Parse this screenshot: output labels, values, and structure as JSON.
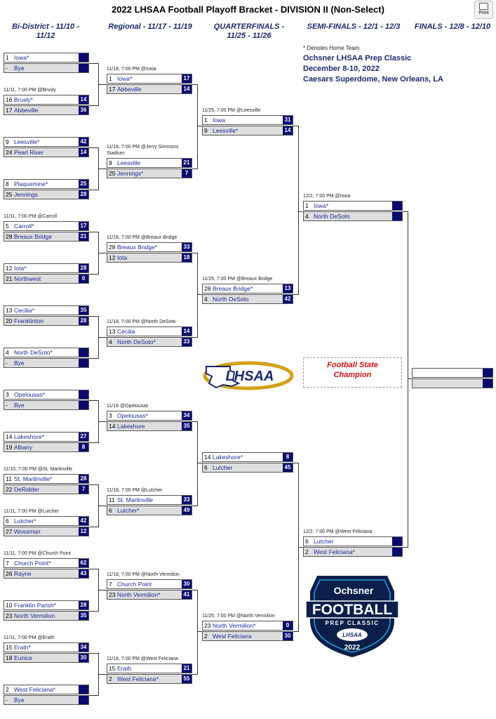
{
  "title": "2022 LHSAA Football Playoff Bracket - DIVISION II (Non-Select)",
  "print_label": "Print",
  "headers": {
    "r1": "Bi-District - 11/10 -\n11/12",
    "r2": "Regional - 11/17 - 11/19",
    "r3": "QUARTERFINALS -\n11/25 - 11/26",
    "r4": "SEMI-FINALS - 12/1 - 12/3",
    "r5": "FINALS - 12/8 - 12/10"
  },
  "note": "* Denotes Home Team",
  "event": {
    "line1": "Ochsner LHSAA Prep Classic",
    "line2": "December 8-10, 2022",
    "line3": "Caesars Superdome, New Orleans, LA"
  },
  "champion_label": "Football State\nChampion",
  "logos": {
    "lhsaa": "LHSAA",
    "ochsner_brand": "Ochsner",
    "ochsner_main": "FOOTBALL",
    "ochsner_sub": "PREP CLASSIC",
    "ochsner_inner": "LHSAA",
    "ochsner_year": "2022"
  },
  "colors": {
    "score_bg": "#0b0b6e",
    "header": "#1b2a6b",
    "team": "#1a2a9a",
    "champion": "#cc1010"
  },
  "round1": [
    {
      "caption": "",
      "a": {
        "seed": "1",
        "team": "Iowa*",
        "score": ""
      },
      "b": {
        "seed": "-",
        "team": "Bye",
        "score": ""
      }
    },
    {
      "caption": "11/11, 7:00 PM @Brusly",
      "a": {
        "seed": "16",
        "team": "Brusly*",
        "score": "14"
      },
      "b": {
        "seed": "17",
        "team": "Abbeville",
        "score": "36"
      }
    },
    {
      "caption": "",
      "a": {
        "seed": "9",
        "team": "Leesville*",
        "score": "42"
      },
      "b": {
        "seed": "24",
        "team": "Pearl River",
        "score": "14"
      }
    },
    {
      "caption": "",
      "a": {
        "seed": "8",
        "team": "Plaquemine*",
        "score": "25"
      },
      "b": {
        "seed": "25",
        "team": "Jennings",
        "score": "28"
      }
    },
    {
      "caption": "11/11, 7:00 PM @Carroll",
      "a": {
        "seed": "5",
        "team": "Carroll*",
        "score": "17"
      },
      "b": {
        "seed": "28",
        "team": "Breaux Bridge",
        "score": "21"
      }
    },
    {
      "caption": "",
      "a": {
        "seed": "12",
        "team": "Iota*",
        "score": "28"
      },
      "b": {
        "seed": "21",
        "team": "Northwest",
        "score": "0"
      }
    },
    {
      "caption": "",
      "a": {
        "seed": "13",
        "team": "Cecilia*",
        "score": "35"
      },
      "b": {
        "seed": "20",
        "team": "Franklinton",
        "score": "28"
      }
    },
    {
      "caption": "",
      "a": {
        "seed": "4",
        "team": "North DeSoto*",
        "score": ""
      },
      "b": {
        "seed": "-",
        "team": "Bye",
        "score": ""
      }
    },
    {
      "caption": "",
      "a": {
        "seed": "3",
        "team": "Opelousas*",
        "score": ""
      },
      "b": {
        "seed": "-",
        "team": "Bye",
        "score": ""
      }
    },
    {
      "caption": "",
      "a": {
        "seed": "14",
        "team": "Lakeshore*",
        "score": "27"
      },
      "b": {
        "seed": "19",
        "team": "Albany",
        "score": "8"
      }
    },
    {
      "caption": "11/10, 7:00 PM @St. Martinville",
      "a": {
        "seed": "11",
        "team": "St. Martinville*",
        "score": "28"
      },
      "b": {
        "seed": "22",
        "team": "DeRidder",
        "score": "7"
      }
    },
    {
      "caption": "11/11, 7:00 PM @Lutcher",
      "a": {
        "seed": "6",
        "team": "Lutcher*",
        "score": "42"
      },
      "b": {
        "seed": "27",
        "team": "Wossman",
        "score": "12"
      }
    },
    {
      "caption": "11/11, 7:00 PM @Church Point",
      "a": {
        "seed": "7",
        "team": "Church Point*",
        "score": "62"
      },
      "b": {
        "seed": "26",
        "team": "Rayne",
        "score": "43"
      }
    },
    {
      "caption": "",
      "a": {
        "seed": "10",
        "team": "Franklin Parish*",
        "score": "28"
      },
      "b": {
        "seed": "23",
        "team": "North Vermilion",
        "score": "35"
      }
    },
    {
      "caption": "11/11, 7:00 PM @Erath",
      "a": {
        "seed": "15",
        "team": "Erath*",
        "score": "34"
      },
      "b": {
        "seed": "18",
        "team": "Eunice",
        "score": "30"
      }
    },
    {
      "caption": "",
      "a": {
        "seed": "2",
        "team": "West Feliciana*",
        "score": ""
      },
      "b": {
        "seed": "-",
        "team": "Bye",
        "score": ""
      }
    }
  ],
  "round2": [
    {
      "caption": "11/18, 7:00 PM @Iowa",
      "a": {
        "seed": "1",
        "team": "Iowa*",
        "score": "17"
      },
      "b": {
        "seed": "17",
        "team": "Abbeville",
        "score": "14"
      }
    },
    {
      "caption": "11/18, 7:00 PM @Jerry Simmons\nStadium",
      "a": {
        "seed": "9",
        "team": "Leesville",
        "score": "21"
      },
      "b": {
        "seed": "25",
        "team": "Jennings*",
        "score": "7"
      }
    },
    {
      "caption": "11/18, 7:00 PM @Breaux Bridge",
      "a": {
        "seed": "28",
        "team": "Breaux Bridge*",
        "score": "33"
      },
      "b": {
        "seed": "12",
        "team": "Iota",
        "score": "18"
      }
    },
    {
      "caption": "11/18, 7:00 PM @North DeSoto",
      "a": {
        "seed": "13",
        "team": "Cecilia",
        "score": "14"
      },
      "b": {
        "seed": "4",
        "team": "North DeSoto*",
        "score": "33"
      }
    },
    {
      "caption": "11/18 @Opelousas",
      "a": {
        "seed": "3",
        "team": "Opelousas*",
        "score": "34"
      },
      "b": {
        "seed": "14",
        "team": "Lakeshore",
        "score": "35"
      }
    },
    {
      "caption": "11/18, 7:00 PM @Lutcher",
      "a": {
        "seed": "11",
        "team": "St. Martinville",
        "score": "33"
      },
      "b": {
        "seed": "6",
        "team": "Lutcher*",
        "score": "49"
      }
    },
    {
      "caption": "11/18, 7:00 PM @North Vermilion",
      "a": {
        "seed": "7",
        "team": "Church Point",
        "score": "30"
      },
      "b": {
        "seed": "23",
        "team": "North Vermilion*",
        "score": "41"
      }
    },
    {
      "caption": "11/18, 7:00 PM @West Feliciana",
      "a": {
        "seed": "15",
        "team": "Erath",
        "score": "21"
      },
      "b": {
        "seed": "2",
        "team": "West Feliciana*",
        "score": "55"
      }
    }
  ],
  "round3": [
    {
      "caption": "11/25, 7:00 PM @Leesville",
      "a": {
        "seed": "1",
        "team": "Iowa",
        "score": "31"
      },
      "b": {
        "seed": "9",
        "team": "Leesville*",
        "score": "14"
      }
    },
    {
      "caption": "11/25, 7:00 PM @Breaux Bridge",
      "a": {
        "seed": "28",
        "team": "Breaux Bridge*",
        "score": "13"
      },
      "b": {
        "seed": "4",
        "team": "North DeSoto",
        "score": "42"
      }
    },
    {
      "caption": "",
      "a": {
        "seed": "14",
        "team": "Lakeshore*",
        "score": "8"
      },
      "b": {
        "seed": "6",
        "team": "Lutcher",
        "score": "45"
      }
    },
    {
      "caption": "11/25, 7:00 PM @North Vermilion",
      "a": {
        "seed": "23",
        "team": "North Vermilion*",
        "score": "0"
      },
      "b": {
        "seed": "2",
        "team": "West Feliciana",
        "score": "30"
      }
    }
  ],
  "round4": [
    {
      "caption": "12/2, 7:00 PM @Iowa",
      "a": {
        "seed": "1",
        "team": "Iowa*",
        "score": ""
      },
      "b": {
        "seed": "4",
        "team": "North DeSoto",
        "score": ""
      }
    },
    {
      "caption": "12/2, 7:00 PM @West Feliciana",
      "a": {
        "seed": "6",
        "team": "Lutcher",
        "score": ""
      },
      "b": {
        "seed": "2",
        "team": "West Feliciana*",
        "score": ""
      }
    }
  ],
  "round5": [
    {
      "caption": "",
      "a": {
        "seed": "",
        "team": "",
        "score": ""
      },
      "b": {
        "seed": "",
        "team": "",
        "score": ""
      }
    }
  ]
}
